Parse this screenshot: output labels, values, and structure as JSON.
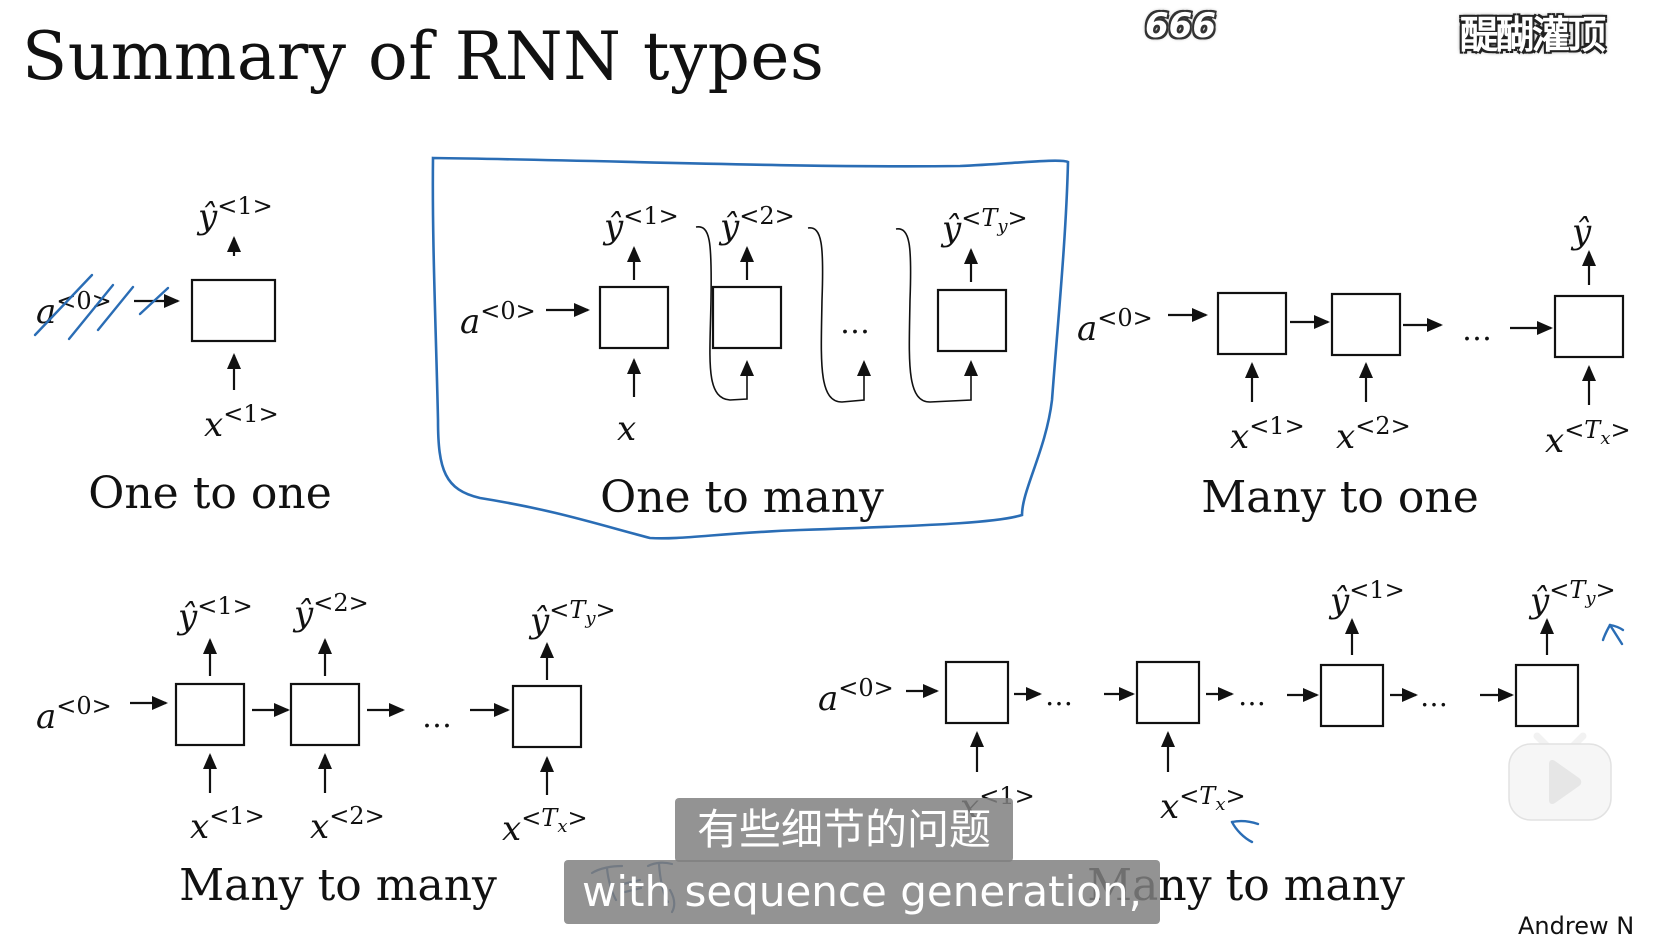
{
  "slide": {
    "title": "Summary of RNN types",
    "author": "Andrew Ng",
    "author_visible": "Andrew N"
  },
  "overlays": {
    "danmaku_count": "666",
    "watermark": "醍醐灌顶",
    "subtitle_cn": "有些细节的问题",
    "subtitle_en": "with sequence generation,"
  },
  "diagrams": {
    "one_to_one": {
      "caption": "One to one",
      "input_state": "a",
      "input_state_sup": "<0>",
      "output": "ŷ",
      "output_sup": "<1>",
      "input": "x",
      "input_sup": "<1>",
      "annotation": "a<0> crossed out in blue"
    },
    "one_to_many": {
      "caption": "One to many",
      "highlighted": true,
      "input_state": "a",
      "input_state_sup": "<0>",
      "input": "x",
      "outputs": [
        {
          "base": "ŷ",
          "sup": "<1>"
        },
        {
          "base": "ŷ",
          "sup": "<2>"
        },
        {
          "base": "ŷ",
          "sup_open": "<",
          "sup_T": "T",
          "sub": "y",
          "sup_close": ">"
        }
      ],
      "ellipsis": "…"
    },
    "many_to_one": {
      "caption": "Many to one",
      "input_state": "a",
      "input_state_sup": "<0>",
      "output": "ŷ",
      "inputs": [
        {
          "base": "x",
          "sup": "<1>"
        },
        {
          "base": "x",
          "sup": "<2>"
        },
        {
          "base": "x",
          "sup_open": "<",
          "sup_T": "T",
          "sub": "x",
          "sup_close": ">"
        }
      ],
      "ellipsis": "…"
    },
    "many_to_many_equal": {
      "caption": "Many to many",
      "annotation": "Tx = Ty",
      "input_state": "a",
      "input_state_sup": "<0>",
      "outputs": [
        {
          "base": "ŷ",
          "sup": "<1>"
        },
        {
          "base": "ŷ",
          "sup": "<2>"
        },
        {
          "base": "ŷ",
          "sup_open": "<",
          "sup_T": "T",
          "sub": "y",
          "sup_close": ">"
        }
      ],
      "inputs": [
        {
          "base": "x",
          "sup": "<1>"
        },
        {
          "base": "x",
          "sup": "<2>"
        },
        {
          "base": "x",
          "sup_open": "<",
          "sup_T": "T",
          "sub": "x",
          "sup_close": ">"
        }
      ],
      "ellipsis": "…"
    },
    "many_to_many_encdec": {
      "caption": "Many to many",
      "input_state": "a",
      "input_state_sup": "<0>",
      "inputs": [
        {
          "base": "x",
          "sup": "<1>"
        },
        {
          "base": "x",
          "sup_open": "<",
          "sup_T": "T",
          "sub": "x",
          "sup_close": ">"
        }
      ],
      "outputs": [
        {
          "base": "ŷ",
          "sup": "<1>"
        },
        {
          "base": "ŷ",
          "sup_open": "<",
          "sup_T": "T",
          "sub": "y",
          "sup_close": ">"
        }
      ],
      "ellipsis": "…"
    }
  },
  "colors": {
    "ink": "#111111",
    "annotation_blue": "#2a6db5",
    "subtitle_bg": "#8a8a8a",
    "subtitle_text": "#ffffff"
  },
  "icons": {
    "play": "bilibili-tv-play-icon"
  }
}
